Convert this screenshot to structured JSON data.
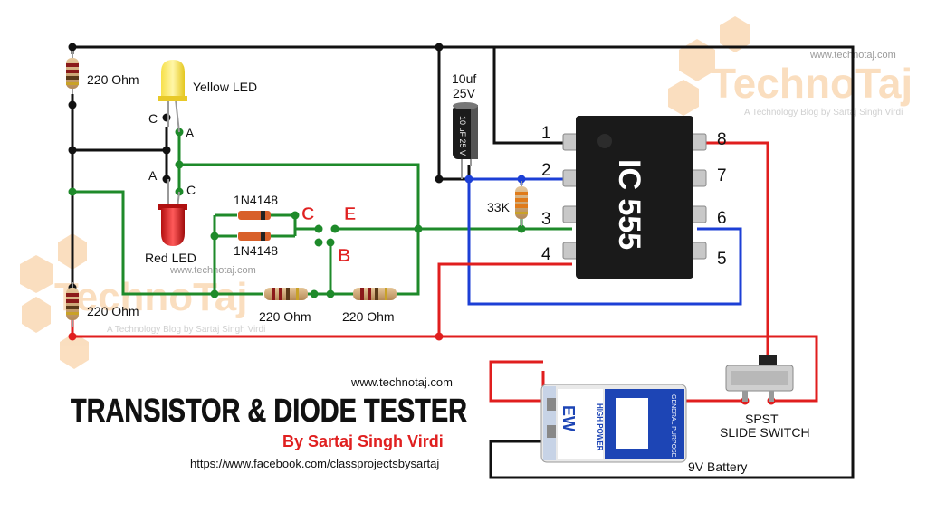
{
  "brand": {
    "name": "TechnoTaj",
    "tagline": "A Technology Blog by Sartaj Singh Virdi",
    "site": "www.technotaj.com"
  },
  "title": {
    "site": "www.technotaj.com",
    "main": "TRANSISTOR & DIODE TESTER",
    "byline": "By Sartaj Singh Virdi",
    "facebook": "https://www.facebook.com/classprojectsbysartaj"
  },
  "components": {
    "r_top": "220 Ohm",
    "r_left_bottom": "220 Ohm",
    "r_mid1": "220 Ohm",
    "r_mid2": "220 Ohm",
    "r_33k": "33K",
    "cap_value": "10uf",
    "cap_voltage": "25V",
    "cap_body": "10 uF 25 V",
    "led_yellow": "Yellow LED",
    "led_red": "Red LED",
    "diode1": "1N4148",
    "diode2": "1N4148",
    "ic_label": "IC 555",
    "battery": "9V Battery",
    "battery_brand": "EW",
    "battery_body": "HIGH POWER",
    "battery_side": "GENERAL PURPOSE",
    "switch_line1": "SPST",
    "switch_line2": "SLIDE SWITCH"
  },
  "terminals": {
    "C": "C",
    "E": "E",
    "B": "B",
    "led_y_c": "C",
    "led_y_a": "A",
    "led_r_a": "A",
    "led_r_c": "C"
  },
  "pins": [
    "1",
    "2",
    "3",
    "4",
    "5",
    "6",
    "7",
    "8"
  ],
  "colors": {
    "wire_black": "#111111",
    "wire_green": "#1e8a2a",
    "wire_red": "#e01e1e",
    "wire_blue": "#1c3fd6",
    "ic_body": "#1a1a1a",
    "term_red": "#e02020",
    "logo_orange": "#f3a24b"
  }
}
